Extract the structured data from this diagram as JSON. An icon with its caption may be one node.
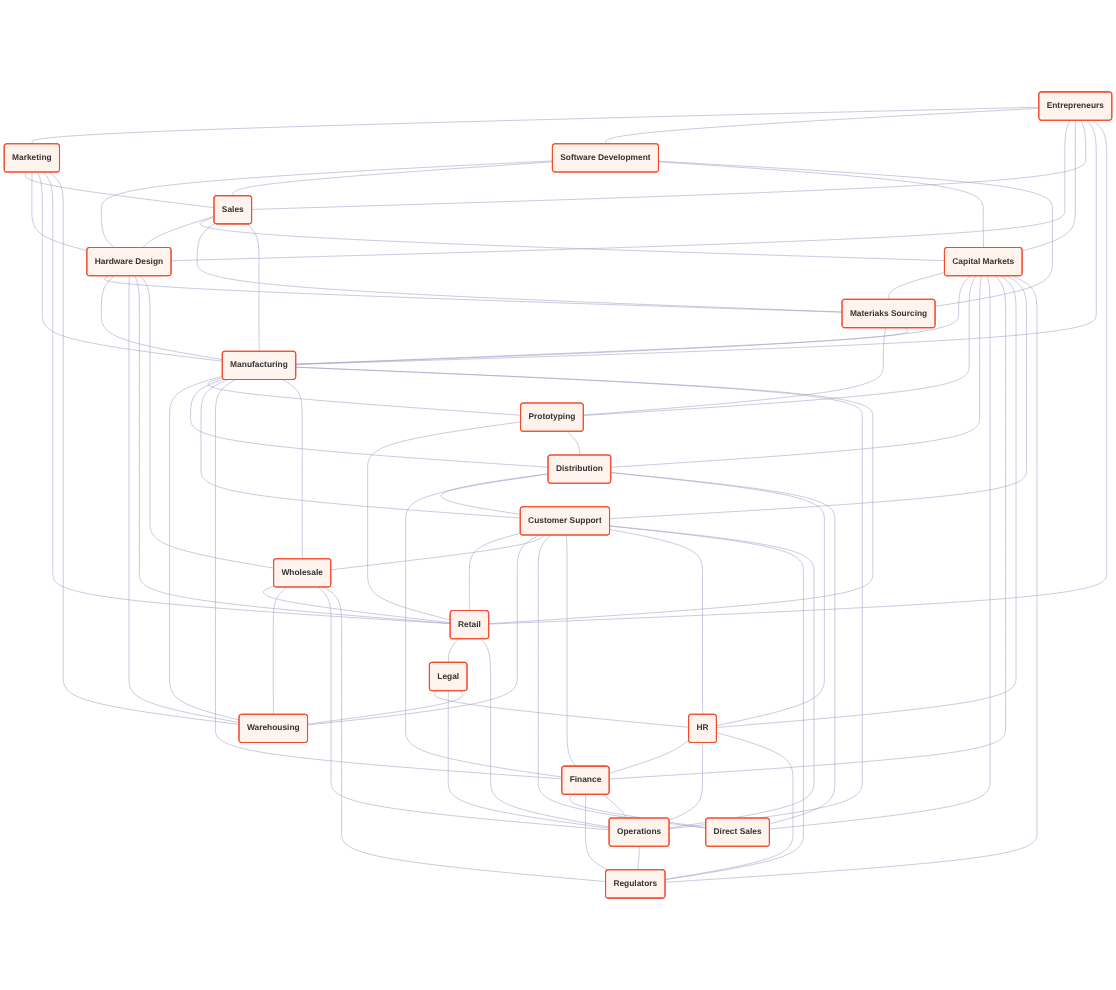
{
  "diagram": {
    "nodes": [
      {
        "text": [
          "Entrepreneurs"
        ]
      },
      {
        "text": [
          "Marketing"
        ]
      },
      {
        "text": [
          "Software Development"
        ]
      },
      {
        "text": [
          "Sales"
        ]
      },
      {
        "text": [
          "Hardware Design"
        ]
      },
      {
        "text": [
          "Capital Markets"
        ]
      },
      {
        "text": [
          "Materiaks Sourcing"
        ]
      },
      {
        "text": [
          "Warehousing"
        ]
      },
      {
        "text": [
          "Manufacturing"
        ]
      },
      {
        "text": [
          "Prototyping"
        ]
      },
      {
        "text": [
          "Retail"
        ]
      },
      {
        "text": [
          "Distribution"
        ]
      },
      {
        "text": [
          "Customer Support"
        ]
      },
      {
        "text": [
          "Wholesale"
        ]
      },
      {
        "text": [
          "Direct Sales"
        ]
      },
      {
        "text": [
          "Finance"
        ]
      },
      {
        "text": [
          "Legal"
        ]
      },
      {
        "text": [
          "HR"
        ]
      },
      {
        "text": [
          "Operations"
        ]
      },
      {
        "text": [
          "Regulators"
        ]
      }
    ],
    "edges": [
      {
        "from": 0,
        "to": 1,
        "arrow": "none"
      },
      {
        "from": 0,
        "to": 2,
        "arrow": "none"
      },
      {
        "from": 0,
        "to": 4,
        "arrow": "none"
      },
      {
        "from": 0,
        "to": 5,
        "arrow": "none"
      },
      {
        "from": 0,
        "to": 3,
        "arrow": "none"
      },
      {
        "from": 0,
        "to": 8,
        "arrow": "none"
      },
      {
        "from": 0,
        "to": 10,
        "arrow": "none"
      },
      {
        "from": 1,
        "to": 3,
        "arrow": "none"
      },
      {
        "from": 1,
        "to": 4,
        "arrow": "none"
      },
      {
        "from": 1,
        "to": 8,
        "arrow": "none"
      },
      {
        "from": 1,
        "to": 10,
        "arrow": "none"
      },
      {
        "from": 1,
        "to": 7,
        "arrow": "none"
      },
      {
        "from": 2,
        "to": 4,
        "arrow": "none"
      },
      {
        "from": 2,
        "to": 3,
        "arrow": "none"
      },
      {
        "from": 2,
        "to": 5,
        "arrow": "none"
      },
      {
        "from": 2,
        "to": 6,
        "arrow": "none"
      },
      {
        "from": 3,
        "to": 4,
        "arrow": "none"
      },
      {
        "from": 3,
        "to": 5,
        "arrow": "none"
      },
      {
        "from": 3,
        "to": 6,
        "arrow": "none"
      },
      {
        "from": 3,
        "to": 8,
        "arrow": "none"
      },
      {
        "from": 4,
        "to": 6,
        "arrow": "none"
      },
      {
        "from": 4,
        "to": 8,
        "arrow": "none"
      },
      {
        "from": 4,
        "to": 7,
        "arrow": "none"
      },
      {
        "from": 4,
        "to": 10,
        "arrow": "none"
      },
      {
        "from": 4,
        "to": 13,
        "arrow": "none"
      },
      {
        "from": 5,
        "to": 6,
        "arrow": "none"
      },
      {
        "from": 5,
        "to": 8,
        "arrow": "none"
      },
      {
        "from": 5,
        "to": 9,
        "arrow": "none"
      },
      {
        "from": 5,
        "to": 11,
        "arrow": "none"
      },
      {
        "from": 5,
        "to": 14,
        "arrow": "none"
      },
      {
        "from": 5,
        "to": 15,
        "arrow": "none"
      },
      {
        "from": 5,
        "to": 17,
        "arrow": "none"
      },
      {
        "from": 5,
        "to": 12,
        "arrow": "none"
      },
      {
        "from": 5,
        "to": 19,
        "arrow": "none"
      },
      {
        "from": 6,
        "to": 9,
        "arrow": "none"
      },
      {
        "from": 6,
        "to": 8,
        "arrow": "none"
      },
      {
        "from": 8,
        "to": 7,
        "arrow": "none"
      },
      {
        "from": 8,
        "to": 9,
        "arrow": "none"
      },
      {
        "from": 8,
        "to": 11,
        "arrow": "none"
      },
      {
        "from": 8,
        "to": 12,
        "arrow": "none"
      },
      {
        "from": 8,
        "to": 15,
        "arrow": "none"
      },
      {
        "from": 8,
        "to": 13,
        "arrow": "none"
      },
      {
        "from": 8,
        "to": 18,
        "arrow": "none"
      },
      {
        "from": 8,
        "to": 10,
        "arrow": "none"
      },
      {
        "from": 9,
        "to": 10,
        "arrow": "none"
      },
      {
        "from": 9,
        "to": 11,
        "arrow": "none"
      },
      {
        "from": 11,
        "to": 12,
        "arrow": "none"
      },
      {
        "from": 11,
        "to": 15,
        "arrow": "none"
      },
      {
        "from": 11,
        "to": 17,
        "arrow": "none"
      },
      {
        "from": 11,
        "to": 14,
        "arrow": "none"
      },
      {
        "from": 12,
        "to": 10,
        "arrow": "none"
      },
      {
        "from": 12,
        "to": 7,
        "arrow": "none"
      },
      {
        "from": 12,
        "to": 13,
        "arrow": "none"
      },
      {
        "from": 12,
        "to": 14,
        "arrow": "none"
      },
      {
        "from": 12,
        "to": 15,
        "arrow": "none"
      },
      {
        "from": 12,
        "to": 17,
        "arrow": "none"
      },
      {
        "from": 12,
        "to": 19,
        "arrow": "none"
      },
      {
        "from": 12,
        "to": 18,
        "arrow": "none"
      },
      {
        "from": 13,
        "to": 10,
        "arrow": "none"
      },
      {
        "from": 13,
        "to": 7,
        "arrow": "none"
      },
      {
        "from": 13,
        "to": 18,
        "arrow": "none"
      },
      {
        "from": 13,
        "to": 19,
        "arrow": "none"
      },
      {
        "from": 10,
        "to": 16,
        "arrow": "none"
      },
      {
        "from": 10,
        "to": 18,
        "arrow": "none"
      },
      {
        "from": 16,
        "to": 17,
        "arrow": "none"
      },
      {
        "from": 16,
        "to": 18,
        "arrow": "none"
      },
      {
        "from": 16,
        "to": 7,
        "arrow": "none"
      },
      {
        "from": 17,
        "to": 15,
        "arrow": "none"
      },
      {
        "from": 17,
        "to": 18,
        "arrow": "none"
      },
      {
        "from": 17,
        "to": 19,
        "arrow": "none"
      },
      {
        "from": 15,
        "to": 14,
        "arrow": "none"
      },
      {
        "from": 15,
        "to": 19,
        "arrow": "none"
      },
      {
        "from": 15,
        "to": 18,
        "arrow": "none"
      },
      {
        "from": 18,
        "to": 19,
        "arrow": "none"
      }
    ]
  }
}
